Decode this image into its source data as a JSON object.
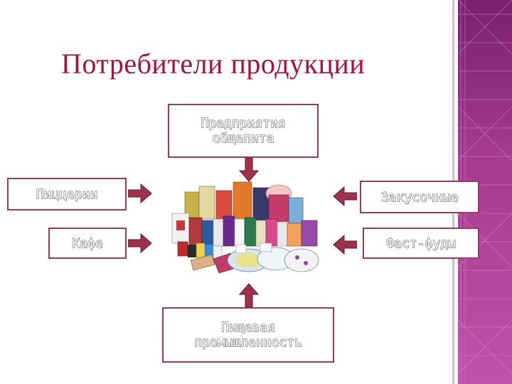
{
  "slide": {
    "title": "Потребители продукции"
  },
  "nodes": {
    "top": "Предприятия\nобщепита",
    "left_1": "Пиццерии",
    "left_2": "Кафе",
    "right_1": "Закусочные",
    "right_2": "Фаст-фуды",
    "bottom": "Пищевая\nпромышленность"
  },
  "image": {
    "icon": "disposable-tableware-products-image"
  },
  "colors": {
    "title": "#a8123a",
    "box_border": "#9b3a56",
    "arrow": "#a0304c",
    "side_bar": "#a43b8e"
  }
}
